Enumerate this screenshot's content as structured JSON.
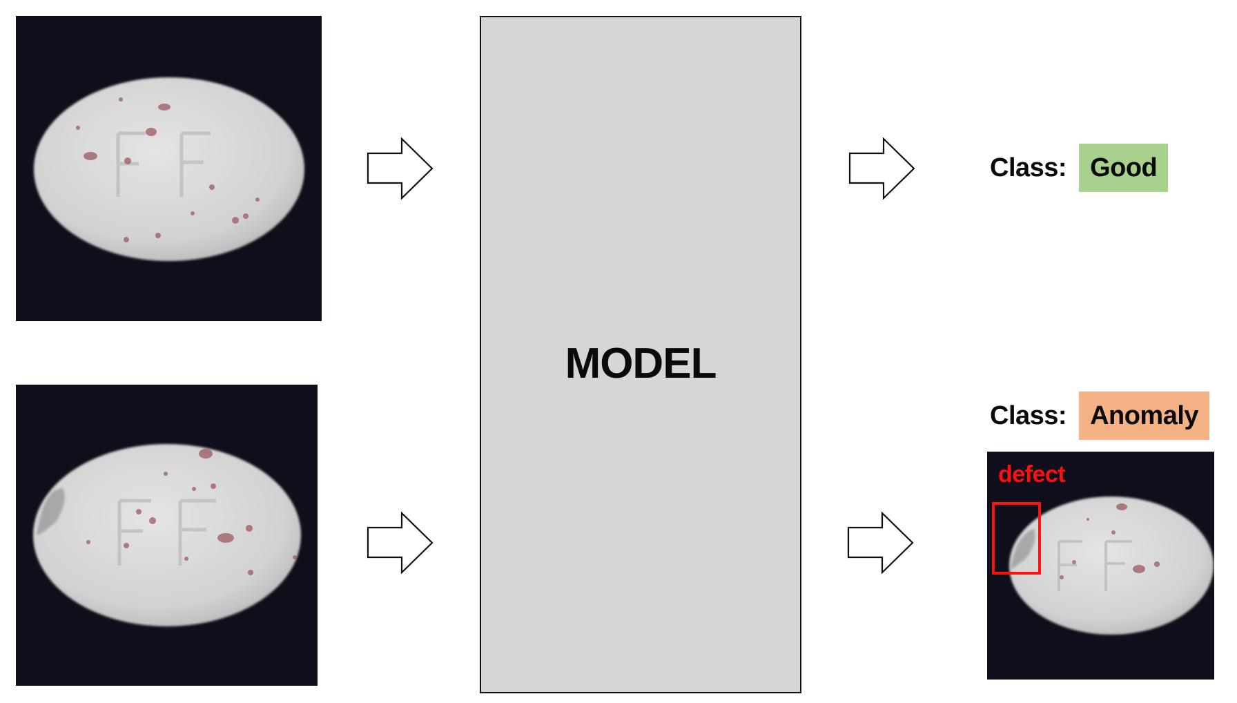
{
  "diagram": {
    "model": {
      "label": "MODEL",
      "fill": "#d6d6d6",
      "border": "#111111"
    },
    "inputs": [
      {
        "id": "input-good",
        "description": "white oval pill imprinted FF with reddish speckles on dark background"
      },
      {
        "id": "input-anomaly",
        "description": "white oval pill imprinted FF with chipped left edge on dark background"
      }
    ],
    "outputs": [
      {
        "class_label": "Class:",
        "class_value": "Good",
        "badge_color": "#a9d18e"
      },
      {
        "class_label": "Class:",
        "class_value": "Anomaly",
        "badge_color": "#f4b183",
        "annotation": {
          "label": "defect",
          "color": "#ff1010"
        }
      }
    ],
    "arrows": [
      {
        "from": "input-good",
        "to": "model"
      },
      {
        "from": "input-anomaly",
        "to": "model"
      },
      {
        "from": "model",
        "to": "output-good"
      },
      {
        "from": "model",
        "to": "output-anomaly"
      }
    ],
    "icons": {
      "arrow": "block-arrow-right-outline"
    }
  }
}
